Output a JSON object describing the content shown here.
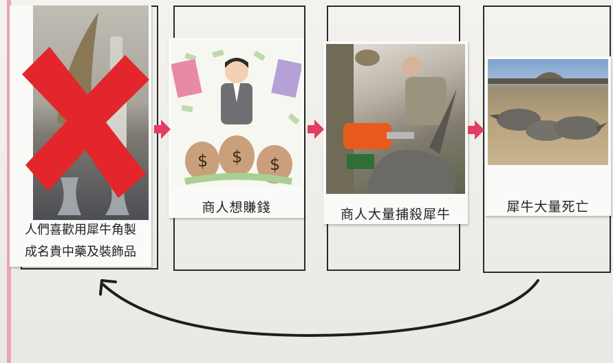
{
  "steps": [
    {
      "label": "人們喜歡用犀牛角製成名貴中藥及裝飾品",
      "line1": "人們喜歡用犀牛角製",
      "line2": "成名貴中藥及裝飾品"
    },
    {
      "label": "商人想賺錢"
    },
    {
      "label": "商人大量捕殺犀牛"
    },
    {
      "label": "犀牛大量死亡"
    }
  ],
  "icons": [
    "cross-mark-icon",
    "dollar-bag-icon",
    "arrow-right-icon",
    "curved-return-arrow-icon"
  ],
  "colors": {
    "cross": "#e3262b",
    "arrow": "#e23d62",
    "chainsaw": "#e85b1c",
    "board": "#efeeea"
  }
}
